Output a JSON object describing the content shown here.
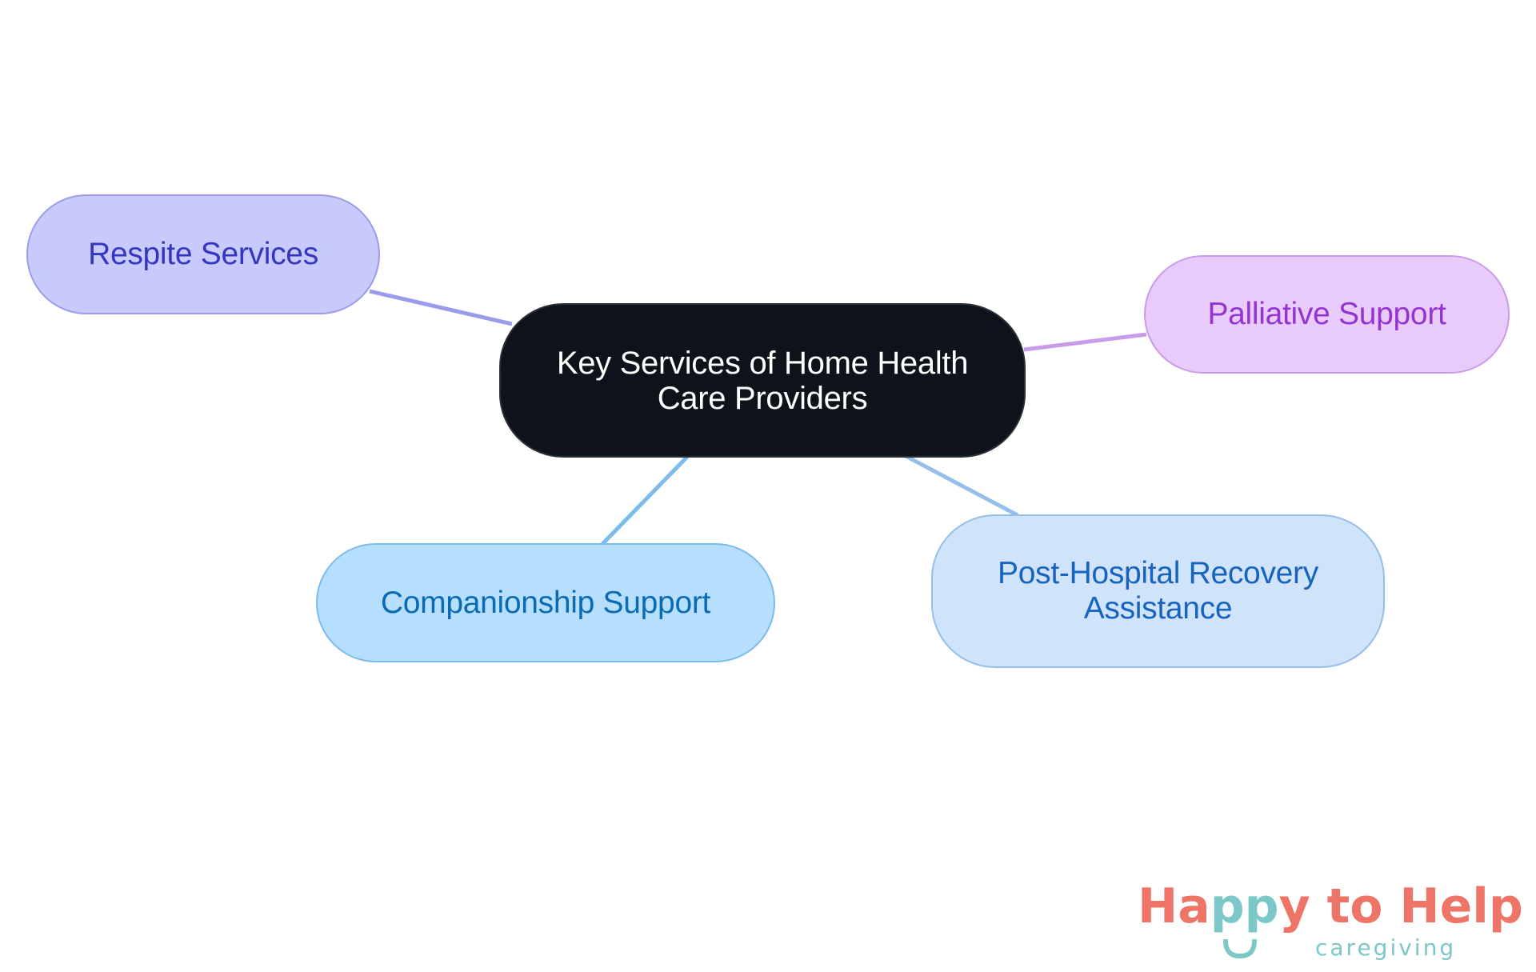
{
  "diagram": {
    "type": "mind-map",
    "root": {
      "label_line1": "Key Services of Home Health",
      "label_line2": "Care Providers",
      "fill": "#0E131B",
      "text_color": "#FFFFFF"
    },
    "branches": [
      {
        "id": "respite",
        "label": "Respite Services",
        "fill": "#C8CAFB",
        "text_color": "#3336BF",
        "edge_color": "#9A9CEB"
      },
      {
        "id": "palliative",
        "label": "Palliative Support",
        "fill": "#E8CBFB",
        "text_color": "#9334D2",
        "edge_color": "#C89CEB"
      },
      {
        "id": "companionship",
        "label": "Companionship Support",
        "fill": "#B5DFFD",
        "text_color": "#0A6AB4",
        "edge_color": "#7CBCEB"
      },
      {
        "id": "post-hospital",
        "label_line1": "Post-Hospital Recovery",
        "label_line2": "Assistance",
        "fill": "#CFE3FA",
        "text_color": "#1763BF",
        "edge_color": "#94BFEB"
      }
    ]
  },
  "logo": {
    "part1": "Ha",
    "part2": "pp",
    "part3": "y to Help",
    "tagline": "caregiving",
    "primary_color": "#EE7468",
    "secondary_color": "#7CC8C9"
  }
}
